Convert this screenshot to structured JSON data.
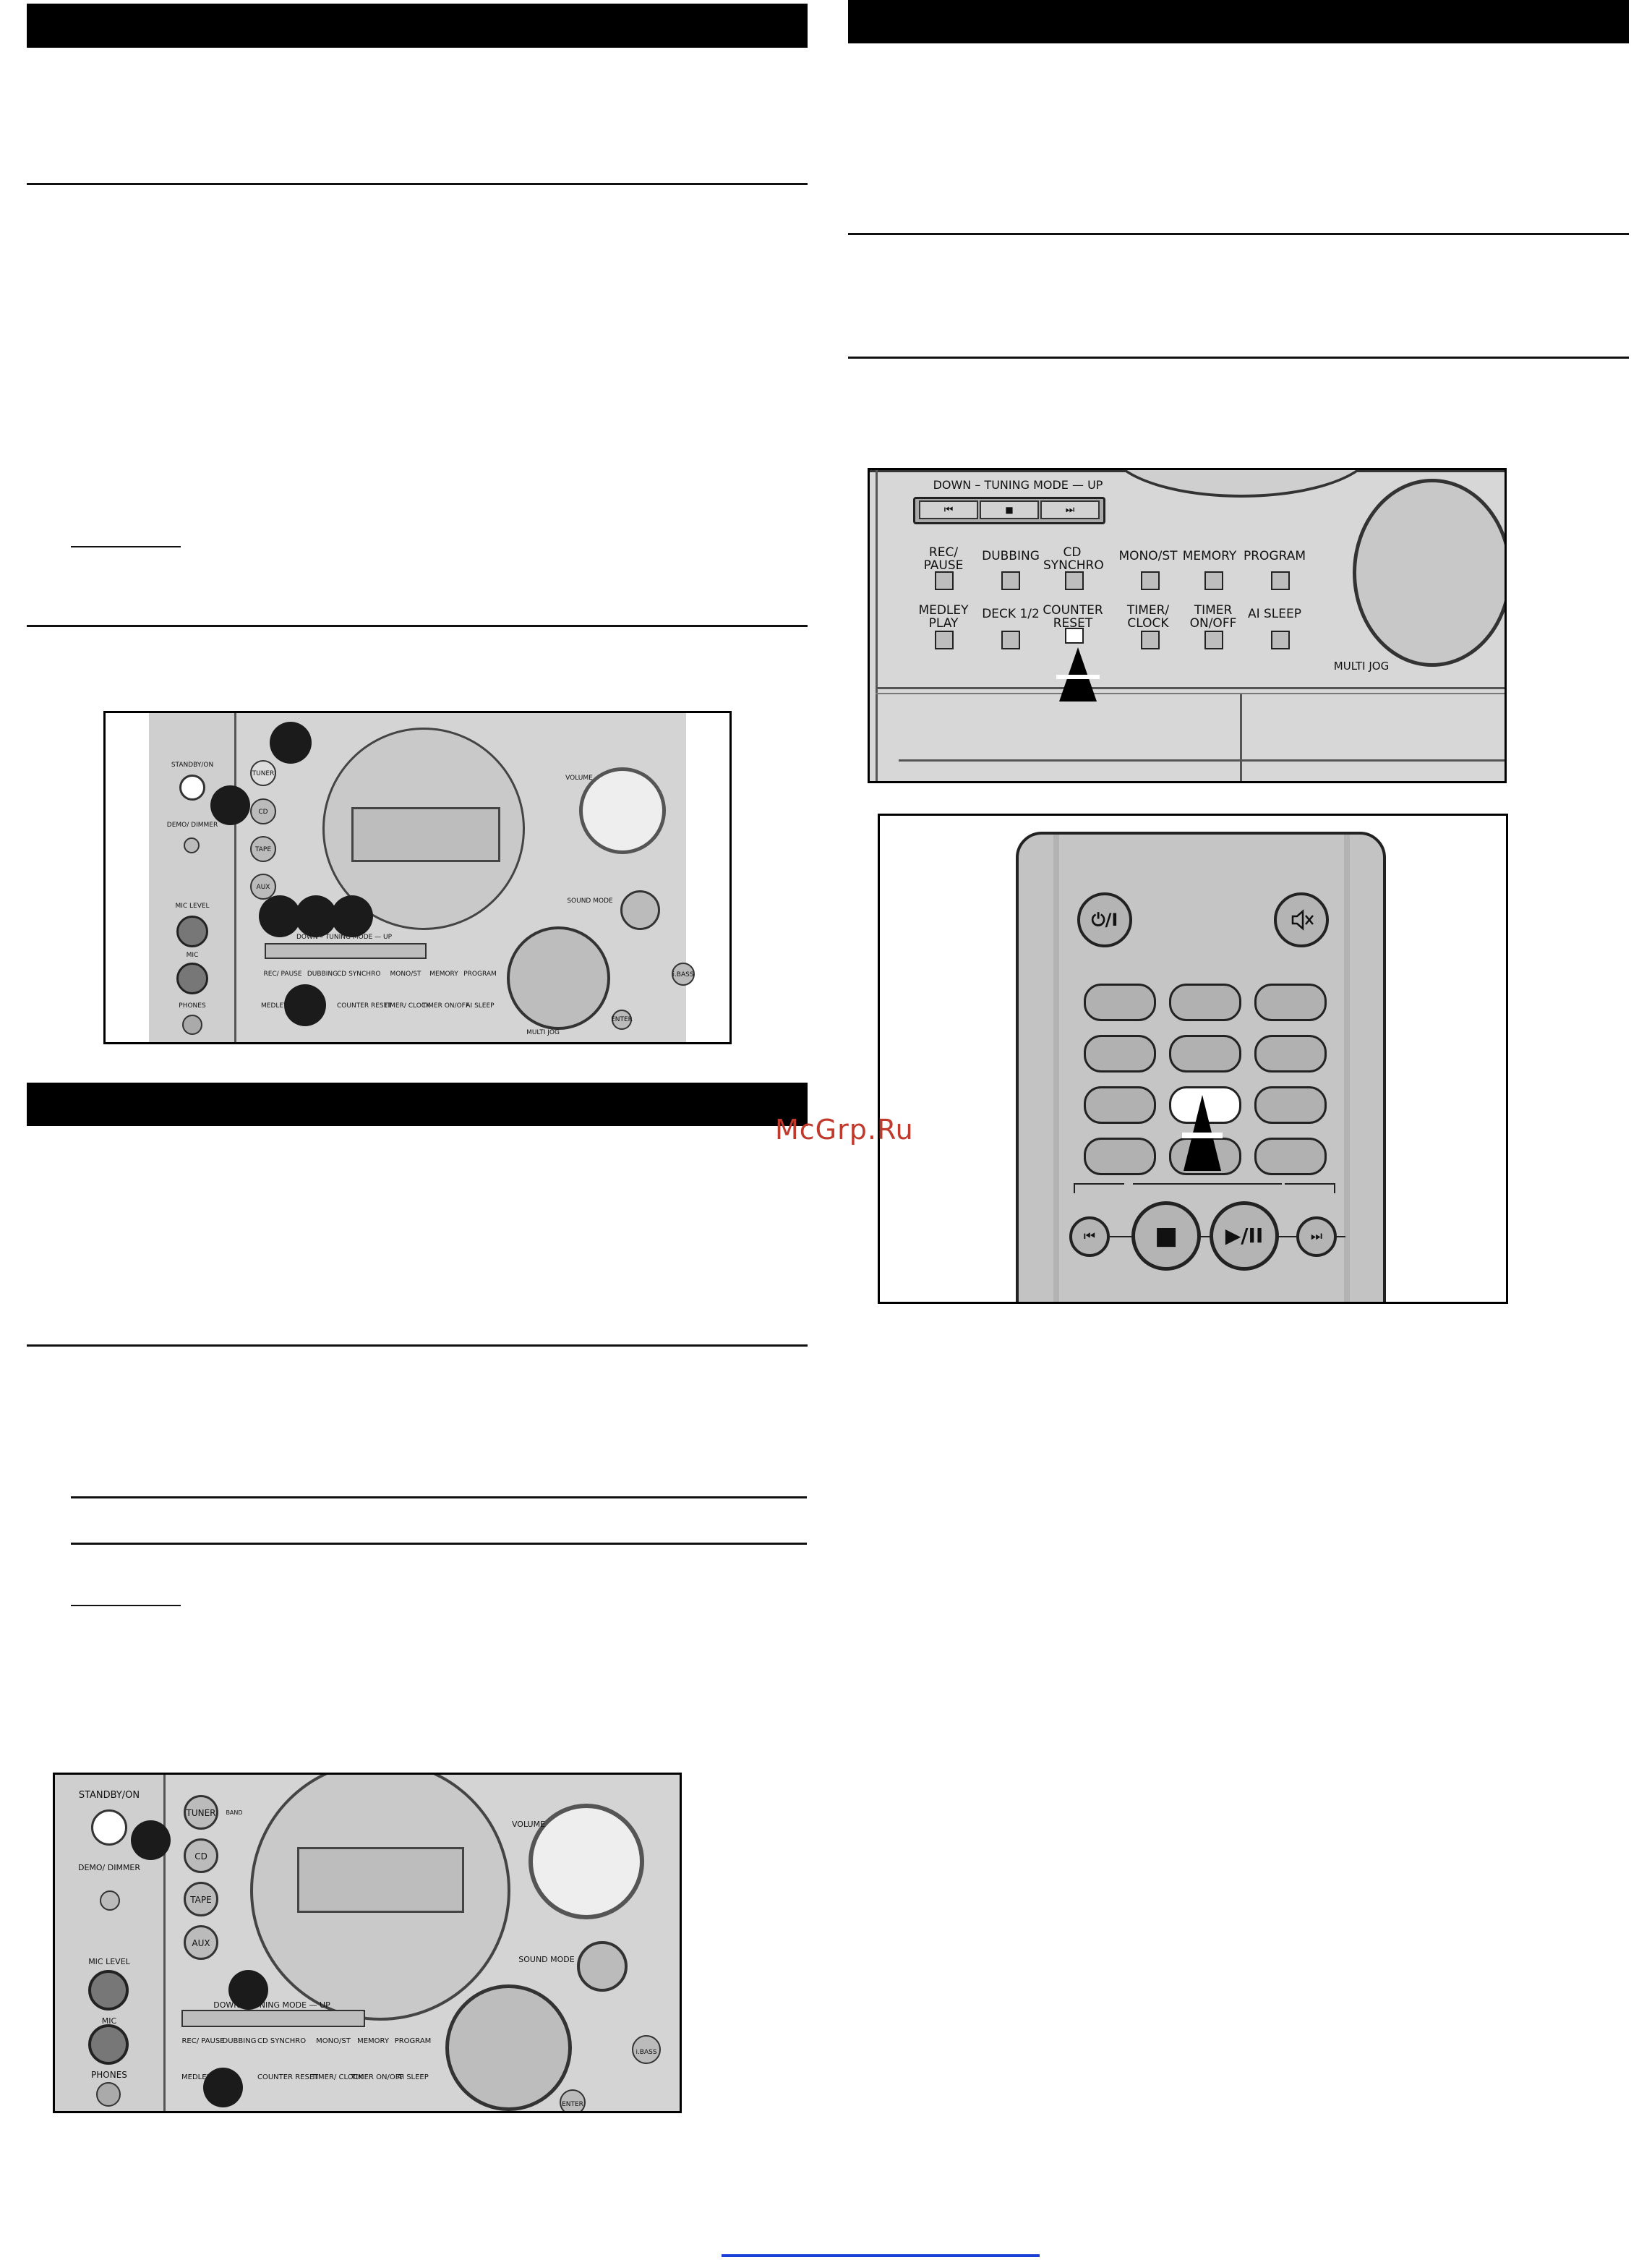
{
  "watermark": "McGrp.Ru",
  "front_panel": {
    "standby": "STANDBY/ON",
    "demo_dimmer": "DEMO/ DIMMER",
    "mic_level": "MIC LEVEL",
    "mic": "MIC",
    "phones": "PHONES",
    "tuner": "TUNER",
    "band": "BAND",
    "cd": "CD",
    "tape": "TAPE",
    "aux": "AUX",
    "volume": "VOLUME",
    "sound_mode": "SOUND MODE",
    "ibass": "i.BASS",
    "multi_jog": "MULTI JOG",
    "enter": "ENTER"
  },
  "control_panel": {
    "tuning_mode": "DOWN – TUNING MODE — UP",
    "prev_symbol": "⏮",
    "stop_symbol": "■",
    "next_symbol": "⏭",
    "row1": [
      "REC/ PAUSE",
      "DUBBING",
      "CD SYNCHRO",
      "MONO/ST",
      "MEMORY",
      "PROGRAM"
    ],
    "row2": [
      "MEDLEY PLAY",
      "DECK 1/2",
      "COUNTER RESET",
      "TIMER/ CLOCK",
      "TIMER ON/OFF",
      "AI SLEEP"
    ],
    "multi_jog": "MULTI JOG"
  },
  "remote": {
    "power_symbol": "⏻/I",
    "mute_symbol": "🔇",
    "prev_symbol": "⏮",
    "stop_symbol": "■",
    "play_pause_symbol": "▶/II",
    "next_symbol": "⏭"
  }
}
